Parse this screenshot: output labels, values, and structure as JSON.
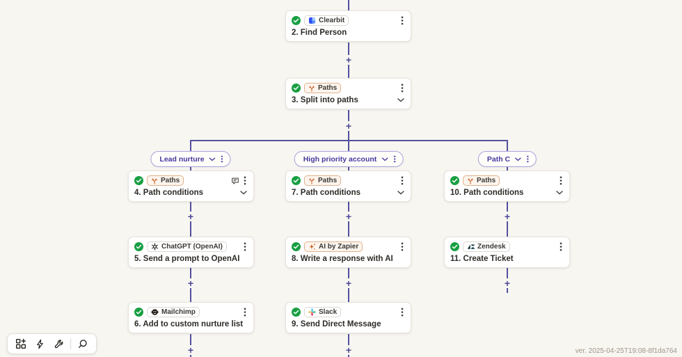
{
  "colors": {
    "canvas_bg": "#f8f6f1",
    "connector_indigo": "#53509f",
    "accent_indigo": "#45389f",
    "status_green": "#189f43",
    "paths_orange": "#cf6427",
    "slack_blue": "#36C5F0",
    "slack_green": "#2EB67D",
    "slack_yellow": "#ECB22E",
    "slack_red": "#E01E5A"
  },
  "plus_label": "+",
  "nodes": [
    {
      "app": "Clearbit",
      "title": "2. Find Person"
    },
    {
      "app": "Paths",
      "title": "3. Split into paths"
    },
    {
      "app": "Paths",
      "title": "4. Path conditions"
    },
    {
      "app": "ChatGPT (OpenAI)",
      "title": "5. Send a prompt to OpenAI"
    },
    {
      "app": "Mailchimp",
      "title": "6. Add to custom nurture list"
    },
    {
      "app": "Paths",
      "title": "7. Path conditions"
    },
    {
      "app": "AI by Zapier",
      "title": "8. Write a response with AI"
    },
    {
      "app": "Slack",
      "title": "9. Send Direct Message"
    },
    {
      "app": "Paths",
      "title": "10. Path conditions"
    },
    {
      "app": "Zendesk",
      "title": "11. Create Ticket"
    }
  ],
  "paths": [
    {
      "label": "Lead nurture"
    },
    {
      "label": "High priority account"
    },
    {
      "label": "Path C"
    }
  ],
  "icons": {
    "status": "check-circle-icon",
    "menu": "kebab-menu-icon",
    "expand": "chevron-down-icon",
    "note": "comment-bubble-icon",
    "toolbar": [
      "apps-grid-add-icon",
      "lightning-icon",
      "wrench-icon",
      "magnifier-icon"
    ]
  },
  "footer": {
    "version": "ver. 2025-04-25T19:08-8f1da764"
  }
}
